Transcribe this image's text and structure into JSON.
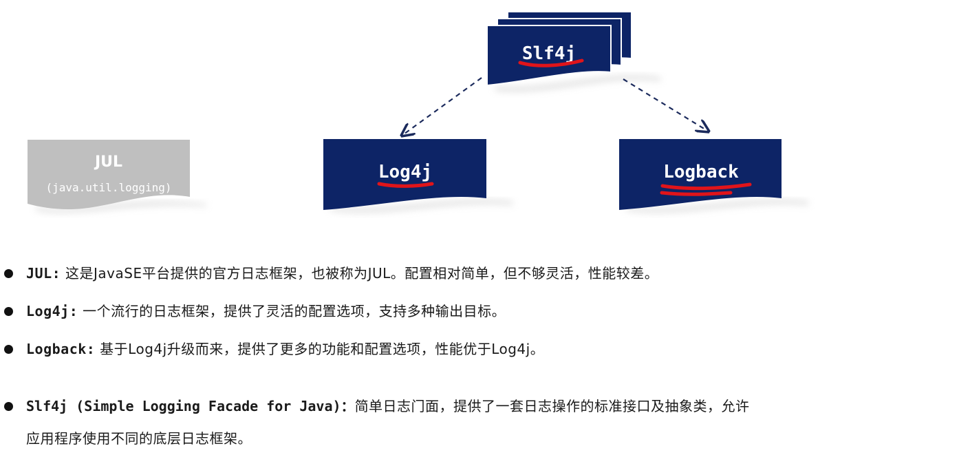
{
  "diagram": {
    "colors": {
      "node_fill": "#0d2466",
      "jul_fill": "#bfbfbf",
      "arrow": "#1b2a5c",
      "highlight": "#e0141a"
    },
    "nodes": {
      "slf4j": "Slf4j",
      "log4j": "Log4j",
      "logback": "Logback",
      "jul_title": "JUL",
      "jul_subtitle": "(java.util.logging)"
    }
  },
  "bullets": [
    {
      "term": "JUL:",
      "text": " 这是JavaSE平台提供的官方日志框架，也被称为JUL。配置相对简单，但不够灵活，性能较差。"
    },
    {
      "term": "Log4j:",
      "text": " 一个流行的日志框架，提供了灵活的配置选项，支持多种输出目标。"
    },
    {
      "term": "Logback:",
      "text": " 基于Log4j升级而来，提供了更多的功能和配置选项，性能优于Log4j。"
    },
    {
      "term": "Slf4j (Simple Logging Facade for Java)：",
      "text": "简单日志门面，提供了一套日志操作的标准接口及抽象类，允许",
      "continuation": "应用程序使用不同的底层日志框架。"
    }
  ]
}
